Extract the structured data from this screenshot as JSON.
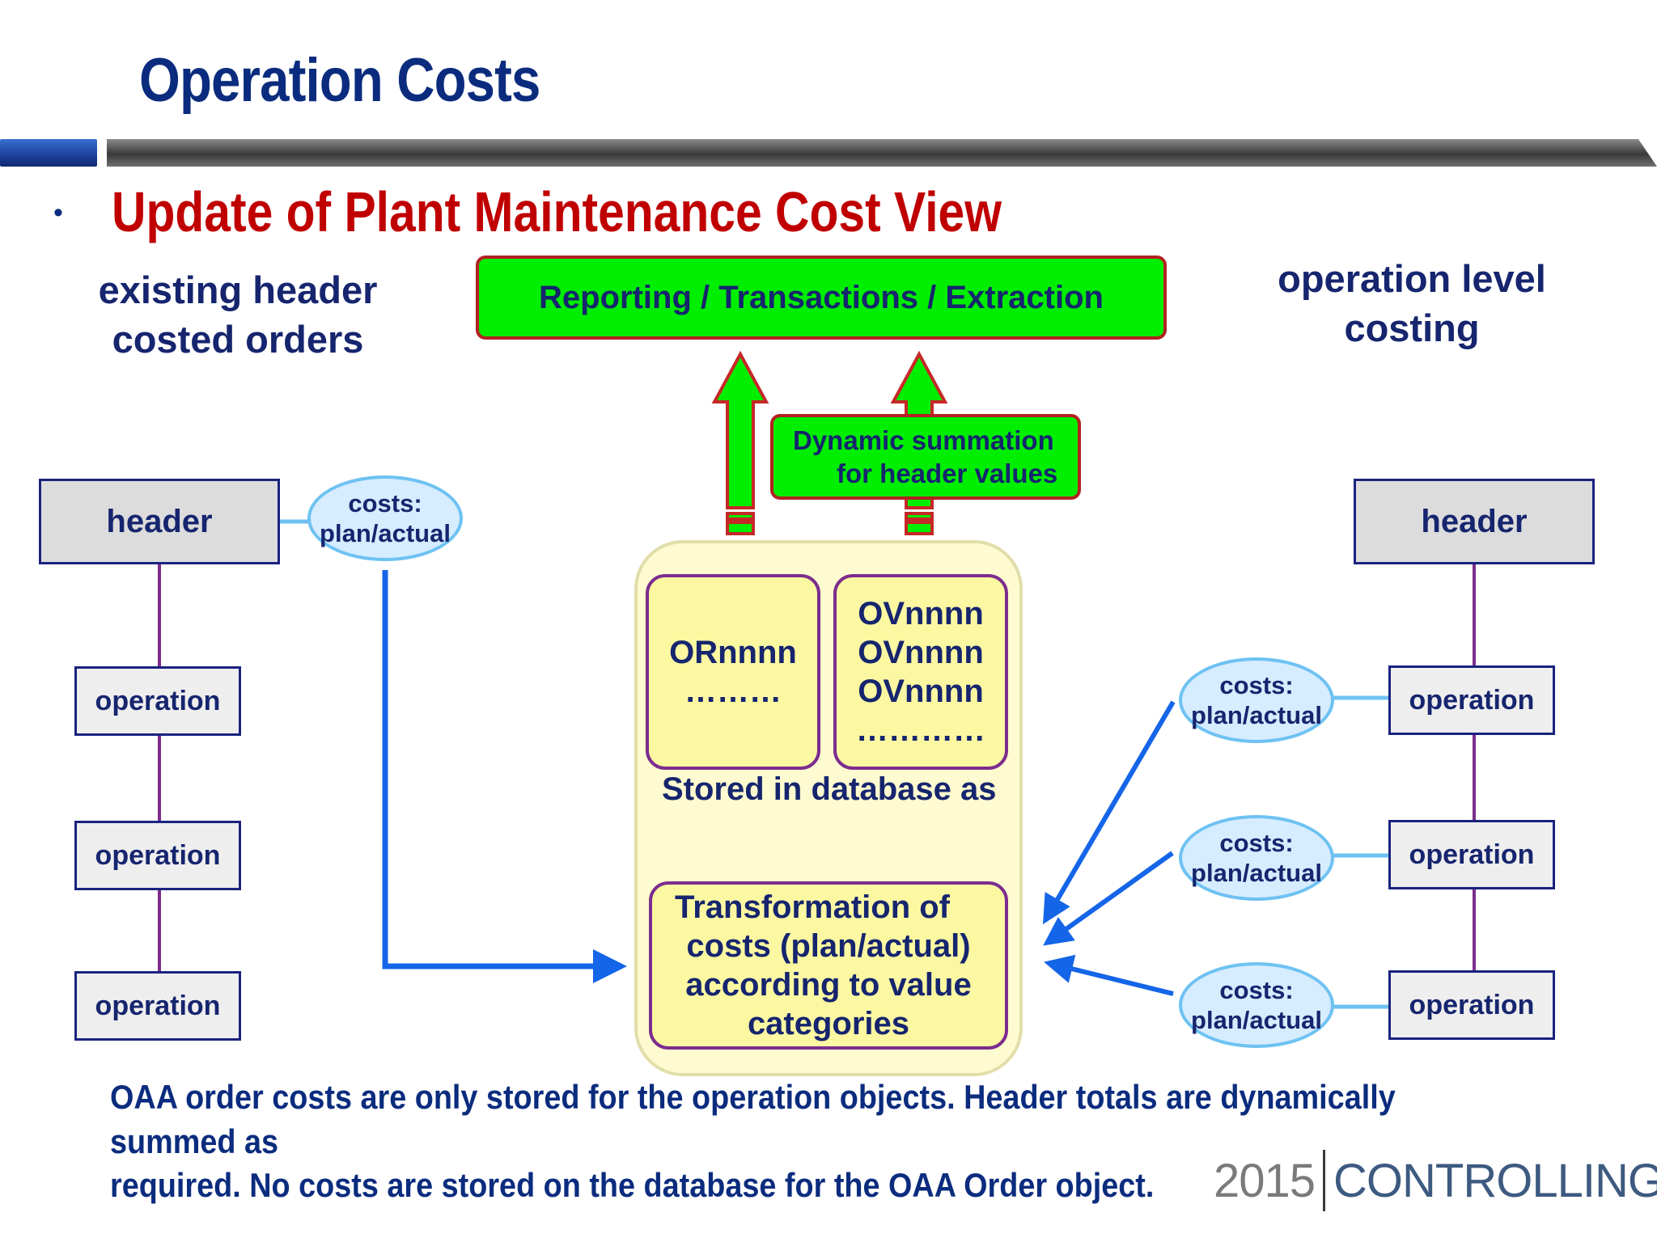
{
  "slide": {
    "title": "Operation Costs",
    "bullet": "•",
    "subtitle": "Update of Plant Maintenance Cost View"
  },
  "left": {
    "title_line1": "existing header",
    "title_line2": "costed orders",
    "header": "header",
    "costs_line1": "costs:",
    "costs_line2": "plan/actual",
    "operations": [
      "operation",
      "operation",
      "operation"
    ]
  },
  "right": {
    "title_line1": "operation level",
    "title_line2": "costing",
    "header": "header",
    "operations": [
      "operation",
      "operation",
      "operation"
    ],
    "costs": [
      {
        "line1": "costs:",
        "line2": "plan/actual"
      },
      {
        "line1": "costs:",
        "line2": "plan/actual"
      },
      {
        "line1": "costs:",
        "line2": "plan/actual"
      }
    ]
  },
  "center": {
    "reporting": "Reporting / Transactions / Extraction",
    "dynamic_line1": "Dynamic summation",
    "dynamic_line2": "for header values",
    "or_code": "ORnnnn",
    "or_dots": "………",
    "ov_codes": [
      "OVnnnn",
      "OVnnnn",
      "OVnnnn"
    ],
    "ov_dots": "…………",
    "stored_label": "Stored in database as",
    "transform_line1": "Transformation of",
    "transform_line2": "costs (plan/actual)",
    "transform_line3": "according to value",
    "transform_line4": "categories"
  },
  "footer": {
    "line1": "OAA order costs are only stored for the operation objects. Header totals are dynamically summed as",
    "line2": "required. No costs are stored on the database for the OAA Order object."
  },
  "logo": {
    "year": "2015",
    "word": "CONTROLLING"
  },
  "colors": {
    "title_blue": "#0b2c7e",
    "subtitle_red": "#c00000",
    "green": "#00ee00",
    "arrow_blue": "#1565e8",
    "connector_purple": "#7b2d8e",
    "connector_lightblue": "#6ec2f2"
  }
}
